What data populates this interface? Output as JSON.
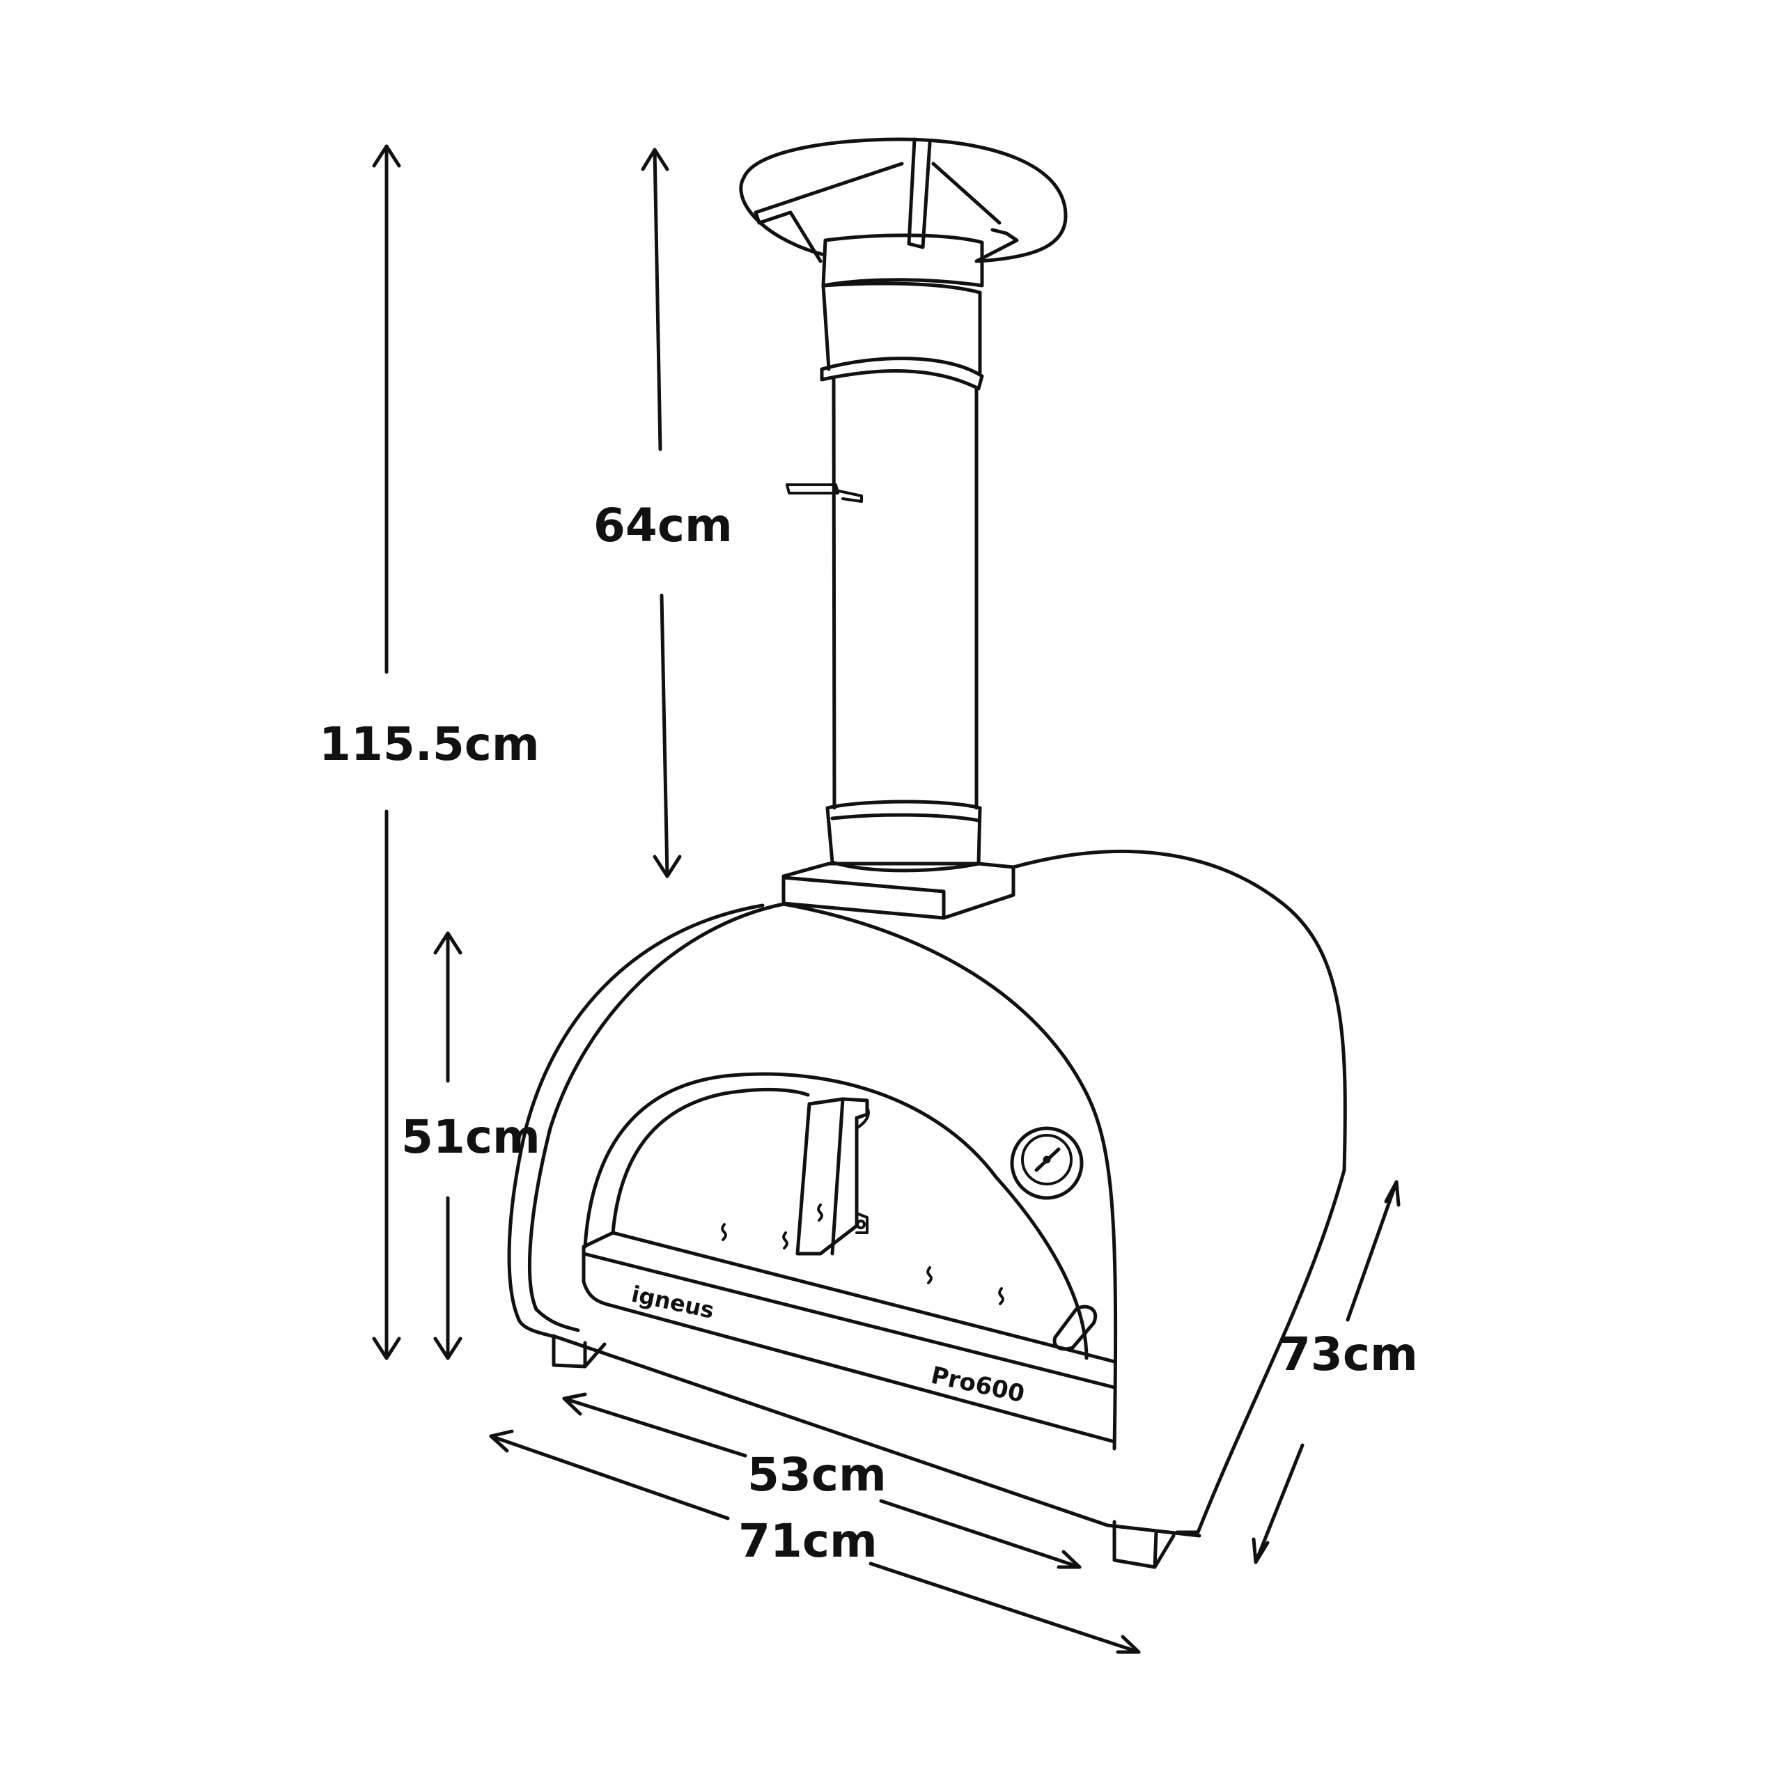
{
  "diagram": {
    "dimensions": {
      "total_height": "115.5cm",
      "flue_height": "64cm",
      "oven_height": "51cm",
      "depth": "73cm",
      "inner_width": "53cm",
      "outer_width": "71cm"
    },
    "brand": "igneus",
    "model": "Pro600"
  }
}
